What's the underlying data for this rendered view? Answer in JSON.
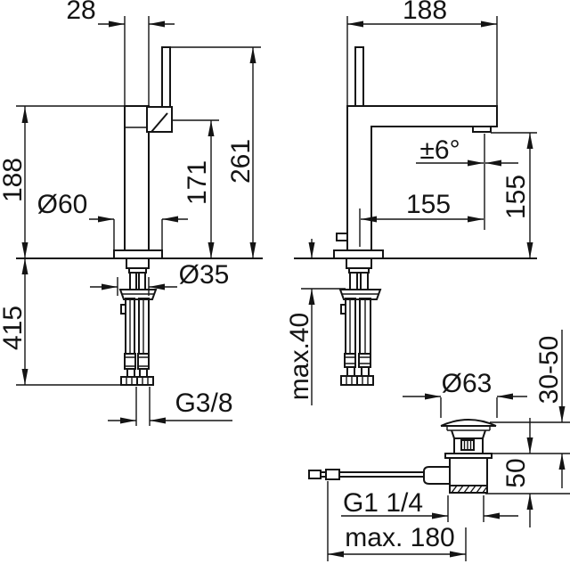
{
  "drawing": {
    "kind": "technical-dimension-drawing",
    "subject": "single-lever basin mixer with flexible supply hoses and pop-up waste",
    "units": "mm",
    "line_color": "#141414",
    "background_color": "#ffffff",
    "front_view": {
      "dims": {
        "body_width": "28",
        "height_to_body_top": "188",
        "base_diameter": "Ø60",
        "height_under_spout": "171",
        "overall_height": "261",
        "hose_length": "415",
        "shank_diameter": "Ø35",
        "supply_thread": "G3/8"
      }
    },
    "side_view": {
      "dims": {
        "depth": "188",
        "aerator_angle": "±6°",
        "spout_reach": "155",
        "outlet_height": "155",
        "max_deck_thickness": "max.40"
      }
    },
    "waste_view": {
      "dims": {
        "plug_diameter": "Ø63",
        "clamping_range": "30-50",
        "body_height": "50",
        "drain_thread": "G1 1/4",
        "rod_length": "max. 180"
      }
    }
  }
}
